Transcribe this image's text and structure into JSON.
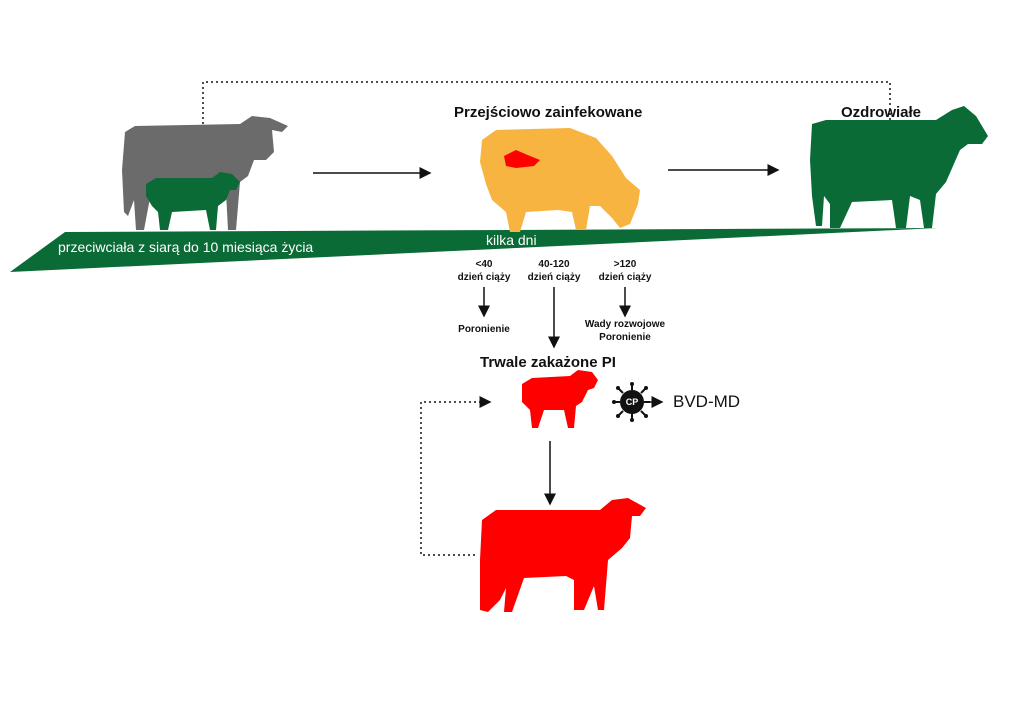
{
  "colors": {
    "healthy_adult": "#6b6b6b",
    "green": "#0b6b36",
    "transient": "#f7b440",
    "pi_red": "#ff0000",
    "virus": "#111111"
  },
  "labels": {
    "transient_title": "Przejściowo zainfekowane",
    "recovered_title": "Ozdrowiałe",
    "band_left": "przeciwciała z siarą do 10 miesiąca życia",
    "band_mid": "kilka dni",
    "pi_title": "Trwale zakażone PI",
    "bvd": "BVD-MD",
    "cp": "CP"
  },
  "pregnancy": [
    {
      "range": "<40",
      "day": "dzień ciąży",
      "outcome": [
        "Poronienie"
      ]
    },
    {
      "range": "40-120",
      "day": "dzień ciąży",
      "outcome": []
    },
    {
      "range": ">120",
      "day": "dzień ciąży",
      "outcome": [
        "Wady rozwojowe",
        "Poronienie"
      ]
    }
  ],
  "icons": [
    "cow-icon",
    "calf-icon",
    "grazing-cow-icon",
    "fetus-icon",
    "virus-icon"
  ]
}
